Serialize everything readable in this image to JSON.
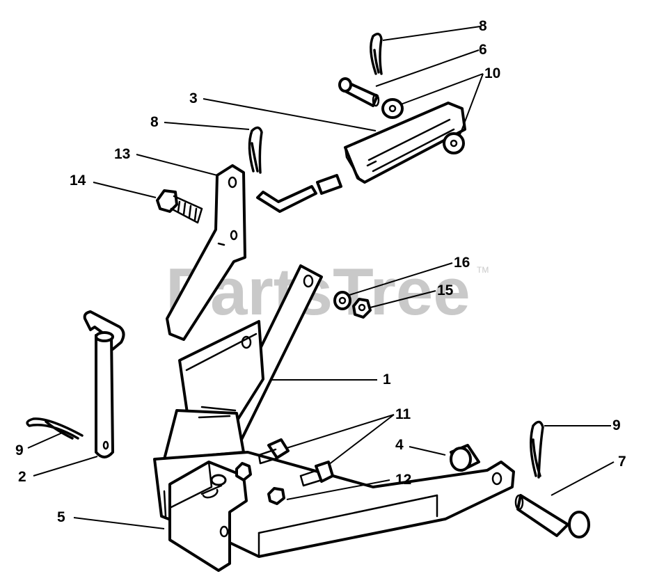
{
  "watermark": {
    "text": "PartsTree",
    "trademark": "TM"
  },
  "callouts": {
    "c1": "1",
    "c2": "2",
    "c3": "3",
    "c4": "4",
    "c5": "5",
    "c6": "6",
    "c7": "7",
    "c8a": "8",
    "c8b": "8",
    "c9a": "9",
    "c9b": "9",
    "c10": "10",
    "c11": "11",
    "c12": "12",
    "c13": "13",
    "c14": "14",
    "c15": "15",
    "c16": "16"
  }
}
